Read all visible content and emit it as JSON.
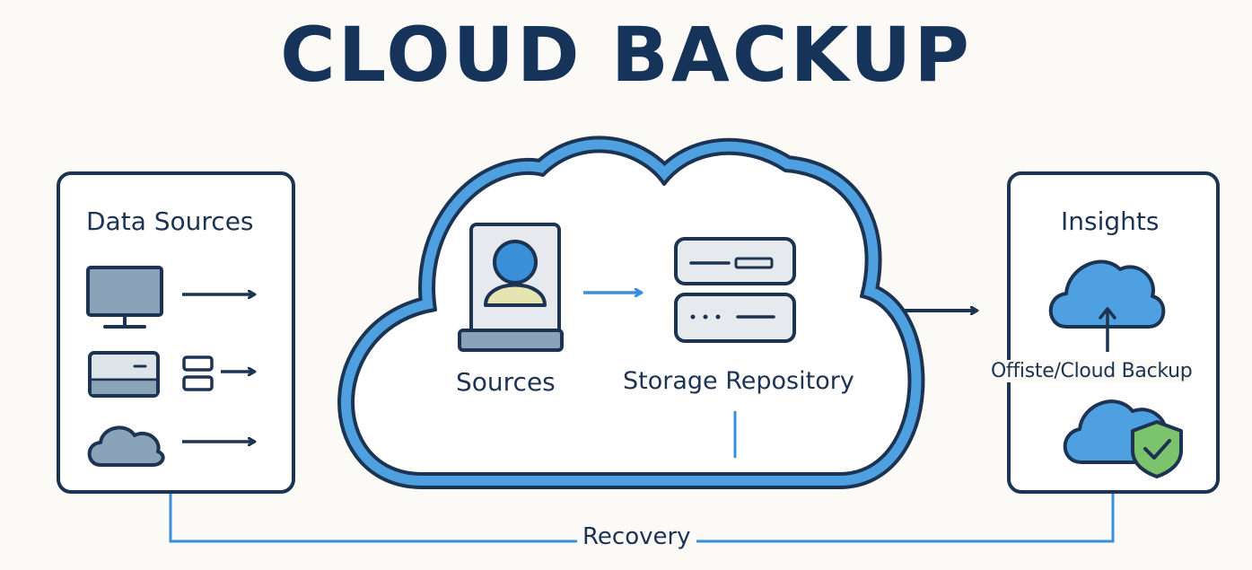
{
  "title": "CLOUD BACKUP",
  "data_sources": {
    "heading": "Data Sources",
    "items": [
      "monitor-icon",
      "drive-icon",
      "cloud-icon"
    ]
  },
  "cloud": {
    "sources_label": "Sources",
    "storage_label": "Storage Repository"
  },
  "insights": {
    "heading": "Insights",
    "offsite_label": "Offiste/Cloud Backup"
  },
  "recovery_label": "Recovery",
  "colors": {
    "navy": "#16345a",
    "blue": "#3a8fd9",
    "light_blue": "#4ea0e0",
    "gray": "#8aa3b8",
    "paper": "#fbfaf7",
    "green": "#7cc36e"
  }
}
